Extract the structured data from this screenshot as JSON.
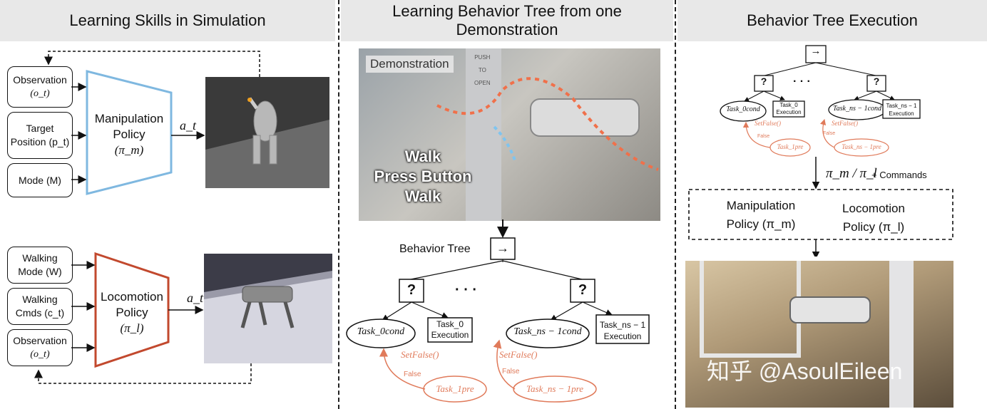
{
  "panels": {
    "left_title": "Learning Skills in Simulation",
    "middle_title_line1": "Learning Behavior Tree from one",
    "middle_title_line2": "Demonstration",
    "right_title": "Behavior Tree Execution"
  },
  "manipulation": {
    "inputs": [
      {
        "line1": "Observation",
        "line2": "(o_t)"
      },
      {
        "line1": "Target",
        "line2": "Position (p_t)"
      },
      {
        "line1": "Mode (M)",
        "line2": ""
      }
    ],
    "policy_line1": "Manipulation",
    "policy_line2": "Policy",
    "policy_symbol": "(π_m)",
    "action": "a_t"
  },
  "locomotion": {
    "inputs": [
      {
        "line1": "Walking",
        "line2": "Mode (W)"
      },
      {
        "line1": "Walking",
        "line2": "Cmds (c_t)"
      },
      {
        "line1": "Observation",
        "line2": "(o_t)"
      }
    ],
    "policy_line1": "Locomotion",
    "policy_line2": "Policy",
    "policy_symbol": "(π_l)",
    "action": "a_t"
  },
  "demo": {
    "label": "Demonstration",
    "steps": [
      "Walk",
      "Press Button",
      "Walk"
    ],
    "door_text": [
      "PUSH",
      "TO",
      "OPEN"
    ]
  },
  "tree": {
    "label": "Behavior Tree",
    "sequence_symbol": "→",
    "fallback_symbol": "?",
    "ellipsis": "· · ·",
    "cond_left": "Task_0cond",
    "exec_left_line1": "Task_0",
    "exec_left_line2": "Execution",
    "cond_right": "Task_ns − 1cond",
    "exec_right_line1": "Task_ns − 1",
    "exec_right_line2": "Execution",
    "setfalse": "SetFalse()",
    "false_label": "False",
    "pre_left": "Task_1pre",
    "pre_right": "Task_ns − 1pre"
  },
  "execution": {
    "policy_switch": "π_m / π_l",
    "commands": "+ Commands",
    "manip_line1": "Manipulation",
    "manip_line2": "Policy (π_m)",
    "loco_line1": "Locomotion",
    "loco_line2": "Policy (π_l)"
  },
  "watermark": "知乎 @AsoulEileen",
  "colors": {
    "header_bg": "#e8e8e8",
    "manipulation_trapezoid": "#7fb8e0",
    "locomotion_trapezoid": "#c2492e",
    "precondition": "#e07a5a"
  }
}
